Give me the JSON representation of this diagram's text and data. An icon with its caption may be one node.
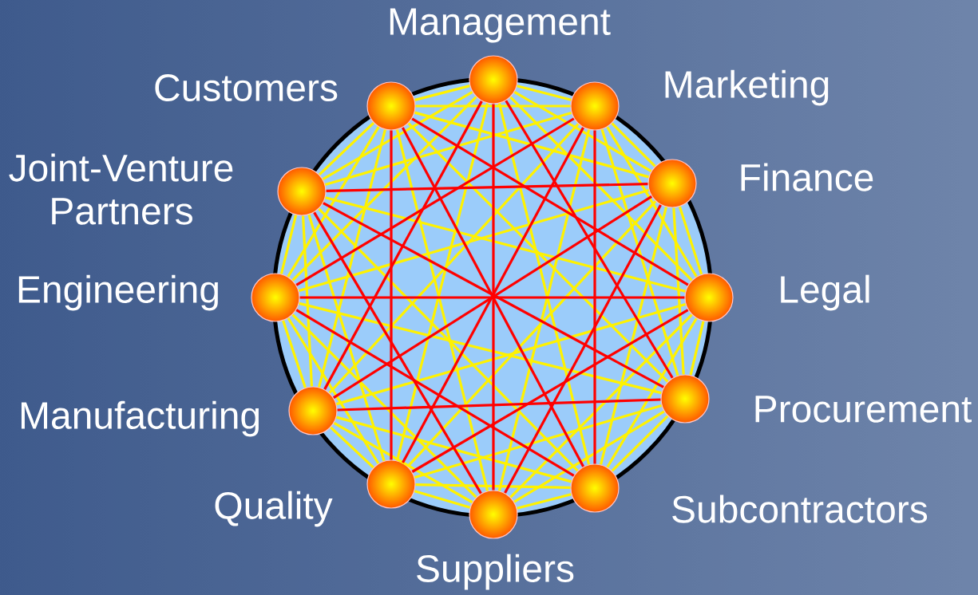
{
  "diagram": {
    "nodes": [
      {
        "text": [
          "Management"
        ]
      },
      {
        "text": [
          "Marketing"
        ]
      },
      {
        "text": [
          "Finance"
        ]
      },
      {
        "text": [
          "Legal"
        ]
      },
      {
        "text": [
          "Procurement"
        ]
      },
      {
        "text": [
          "Subcontractors"
        ]
      },
      {
        "text": [
          "Suppliers"
        ]
      },
      {
        "text": [
          "Quality"
        ]
      },
      {
        "text": [
          "Manufacturing"
        ]
      },
      {
        "text": [
          "Engineering"
        ]
      },
      {
        "text": [
          "Joint-Venture Partners"
        ]
      },
      {
        "text": [
          "Customers"
        ]
      }
    ],
    "edges": [
      {
        "from": 0,
        "to": 1,
        "arrow": "none"
      },
      {
        "from": 0,
        "to": 2,
        "arrow": "none"
      },
      {
        "from": 0,
        "to": 3,
        "arrow": "none"
      },
      {
        "from": 0,
        "to": 4,
        "arrow": "none",
        "color": "#ff0000"
      },
      {
        "from": 0,
        "to": 5,
        "arrow": "none"
      },
      {
        "from": 0,
        "to": 6,
        "arrow": "none",
        "color": "#ff0000"
      },
      {
        "from": 0,
        "to": 7,
        "arrow": "none"
      },
      {
        "from": 0,
        "to": 8,
        "arrow": "none",
        "color": "#ff0000"
      },
      {
        "from": 0,
        "to": 9,
        "arrow": "none"
      },
      {
        "from": 0,
        "to": 10,
        "arrow": "none"
      },
      {
        "from": 0,
        "to": 11,
        "arrow": "none"
      },
      {
        "from": 1,
        "to": 2,
        "arrow": "none"
      },
      {
        "from": 1,
        "to": 3,
        "arrow": "none"
      },
      {
        "from": 1,
        "to": 4,
        "arrow": "none"
      },
      {
        "from": 1,
        "to": 5,
        "arrow": "none",
        "color": "#ff0000"
      },
      {
        "from": 1,
        "to": 6,
        "arrow": "none"
      },
      {
        "from": 1,
        "to": 7,
        "arrow": "none",
        "color": "#ff0000"
      },
      {
        "from": 1,
        "to": 8,
        "arrow": "none"
      },
      {
        "from": 1,
        "to": 9,
        "arrow": "none",
        "color": "#ff0000"
      },
      {
        "from": 1,
        "to": 10,
        "arrow": "none"
      },
      {
        "from": 1,
        "to": 11,
        "arrow": "none"
      },
      {
        "from": 2,
        "to": 3,
        "arrow": "none"
      },
      {
        "from": 2,
        "to": 4,
        "arrow": "none"
      },
      {
        "from": 2,
        "to": 5,
        "arrow": "none"
      },
      {
        "from": 2,
        "to": 6,
        "arrow": "none",
        "color": "#ff0000"
      },
      {
        "from": 2,
        "to": 7,
        "arrow": "none"
      },
      {
        "from": 2,
        "to": 8,
        "arrow": "none",
        "color": "#ff0000"
      },
      {
        "from": 2,
        "to": 9,
        "arrow": "none"
      },
      {
        "from": 2,
        "to": 10,
        "arrow": "none",
        "color": "#ff0000"
      },
      {
        "from": 2,
        "to": 11,
        "arrow": "none"
      },
      {
        "from": 3,
        "to": 4,
        "arrow": "none"
      },
      {
        "from": 3,
        "to": 5,
        "arrow": "none"
      },
      {
        "from": 3,
        "to": 6,
        "arrow": "none"
      },
      {
        "from": 3,
        "to": 7,
        "arrow": "none",
        "color": "#ff0000"
      },
      {
        "from": 3,
        "to": 8,
        "arrow": "none"
      },
      {
        "from": 3,
        "to": 9,
        "arrow": "none",
        "color": "#ff0000"
      },
      {
        "from": 3,
        "to": 10,
        "arrow": "none"
      },
      {
        "from": 3,
        "to": 11,
        "arrow": "none",
        "color": "#ff0000"
      },
      {
        "from": 4,
        "to": 5,
        "arrow": "none"
      },
      {
        "from": 4,
        "to": 6,
        "arrow": "none"
      },
      {
        "from": 4,
        "to": 7,
        "arrow": "none"
      },
      {
        "from": 4,
        "to": 8,
        "arrow": "none",
        "color": "#ff0000"
      },
      {
        "from": 4,
        "to": 9,
        "arrow": "none"
      },
      {
        "from": 4,
        "to": 10,
        "arrow": "none",
        "color": "#ff0000"
      },
      {
        "from": 4,
        "to": 11,
        "arrow": "none"
      },
      {
        "from": 5,
        "to": 6,
        "arrow": "none"
      },
      {
        "from": 5,
        "to": 7,
        "arrow": "none"
      },
      {
        "from": 5,
        "to": 8,
        "arrow": "none"
      },
      {
        "from": 5,
        "to": 9,
        "arrow": "none",
        "color": "#ff0000"
      },
      {
        "from": 5,
        "to": 10,
        "arrow": "none"
      },
      {
        "from": 5,
        "to": 11,
        "arrow": "none",
        "color": "#ff0000"
      },
      {
        "from": 6,
        "to": 7,
        "arrow": "none"
      },
      {
        "from": 6,
        "to": 8,
        "arrow": "none"
      },
      {
        "from": 6,
        "to": 9,
        "arrow": "none"
      },
      {
        "from": 6,
        "to": 10,
        "arrow": "none",
        "color": "#ff0000"
      },
      {
        "from": 6,
        "to": 11,
        "arrow": "none"
      },
      {
        "from": 7,
        "to": 8,
        "arrow": "none"
      },
      {
        "from": 7,
        "to": 9,
        "arrow": "none"
      },
      {
        "from": 7,
        "to": 10,
        "arrow": "none"
      },
      {
        "from": 7,
        "to": 11,
        "arrow": "none",
        "color": "#ff0000"
      },
      {
        "from": 8,
        "to": 9,
        "arrow": "none"
      },
      {
        "from": 8,
        "to": 10,
        "arrow": "none"
      },
      {
        "from": 8,
        "to": 11,
        "arrow": "none"
      },
      {
        "from": 9,
        "to": 10,
        "arrow": "none"
      },
      {
        "from": 9,
        "to": 11,
        "arrow": "none"
      },
      {
        "from": 10,
        "to": 11,
        "arrow": "none"
      }
    ]
  }
}
